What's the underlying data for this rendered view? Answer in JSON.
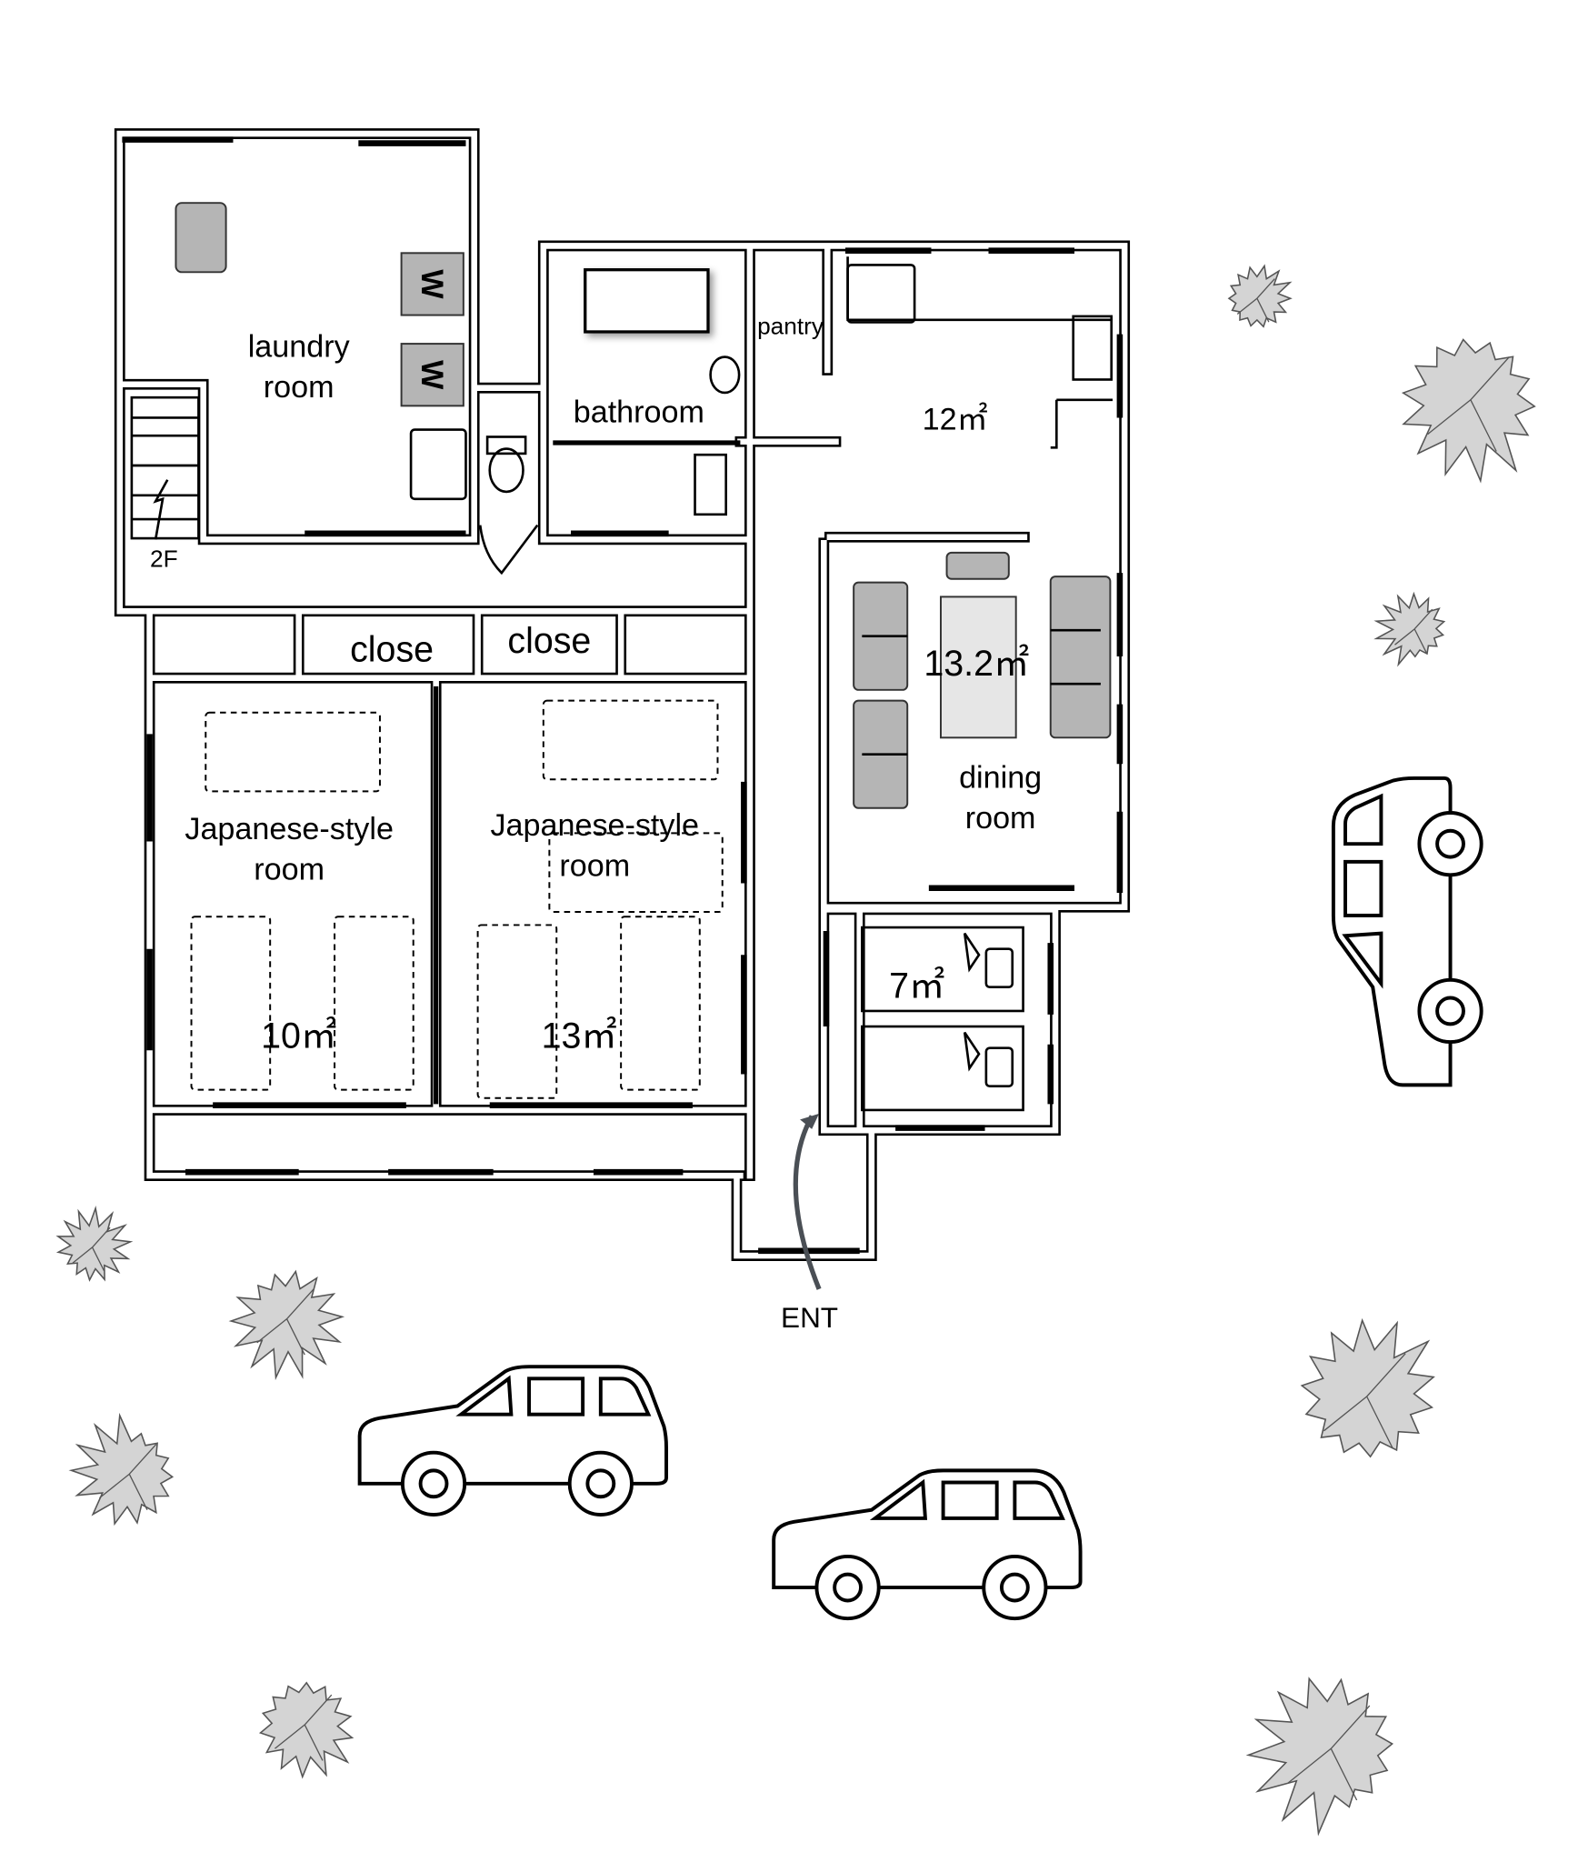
{
  "floorplan": {
    "rooms": {
      "laundry": {
        "line1": "laundry",
        "line2": "room"
      },
      "bathroom": {
        "label": "bathroom"
      },
      "pantry": {
        "label": "pantry"
      },
      "kitchen": {
        "area": "12㎡"
      },
      "dining": {
        "area": "13.2㎡",
        "line1": "dining",
        "line2": "room"
      },
      "closet_left": {
        "label": "close"
      },
      "closet_right": {
        "label": "close"
      },
      "japanese_left": {
        "line1": "Japanese-style",
        "line2": "room",
        "area": "10㎡"
      },
      "japanese_right": {
        "line1": "Japanese-style",
        "line2": "room",
        "area": "13㎡"
      },
      "bedroom": {
        "area": "7㎡"
      }
    },
    "washer_labels": [
      "W",
      "W"
    ],
    "stairs_label": "2F",
    "entrance_label": "ENT"
  },
  "colors": {
    "furniture": "#b5b5b5",
    "tree": "#d4d4d4",
    "arrow": "#4a4f55"
  }
}
